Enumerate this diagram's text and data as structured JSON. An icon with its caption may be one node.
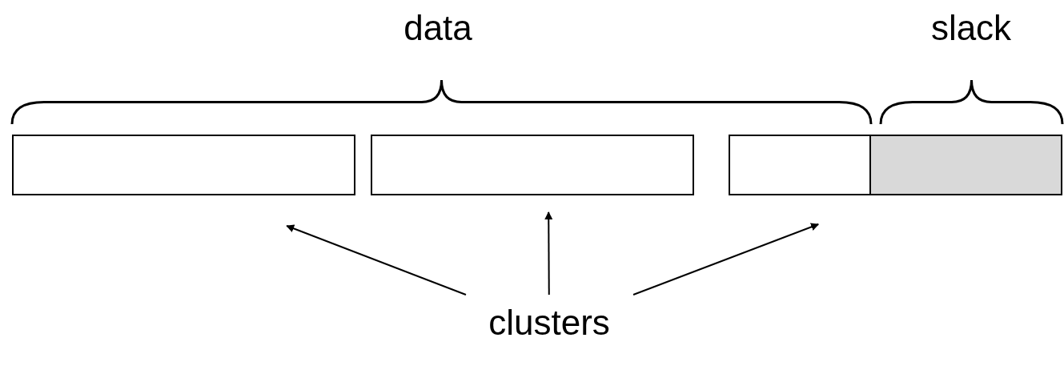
{
  "diagram": {
    "nodes": [
      {
        "text": [],
        "shape": "box"
      },
      {
        "text": [],
        "shape": "box"
      },
      {
        "text": [],
        "shape": "box"
      },
      {
        "text": [],
        "shape": "box"
      },
      {
        "text": [
          "clusters"
        ]
      }
    ],
    "edges": [
      {
        "from": 4,
        "to": 0,
        "arrow": "to"
      },
      {
        "from": 4,
        "to": 1,
        "arrow": "to"
      },
      {
        "from": 4,
        "to": 2,
        "arrow": "to"
      }
    ],
    "labels": [
      "data",
      "slack"
    ]
  }
}
